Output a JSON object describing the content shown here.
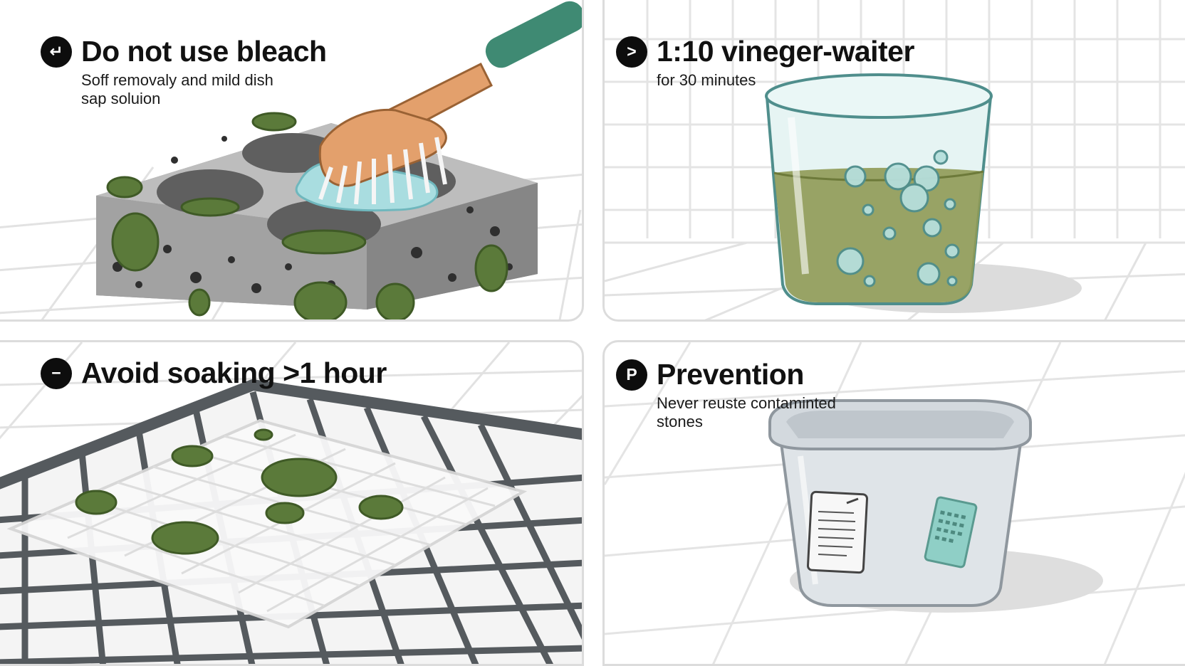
{
  "panels": [
    {
      "badge": "↵",
      "badge_icon": "return-arrow-icon",
      "title": "Do not use bleach",
      "subtitle": "Soff removaly and mild dish sap soluion"
    },
    {
      "badge": ">",
      "badge_icon": "chevron-right-icon",
      "title": "1:10 vineger-waiter",
      "subtitle": "for 30 minutes"
    },
    {
      "badge": "−",
      "badge_icon": "minus-icon",
      "title": "Avoid soaking >1 hour",
      "subtitle": ""
    },
    {
      "badge": "P",
      "badge_icon": "letter-p-icon",
      "title": "Prevention",
      "subtitle": "Never reuste contaminted stones"
    }
  ],
  "colors": {
    "mold": "#5b7a3a",
    "mold_dark": "#3f5a26",
    "stone": "#a9a9a9",
    "brush_handle": "#e3a06c",
    "brush_grip": "#3f8a73",
    "water": "#a9dde0",
    "vinegar": "#8f9a55",
    "rack": "#555a5e"
  }
}
